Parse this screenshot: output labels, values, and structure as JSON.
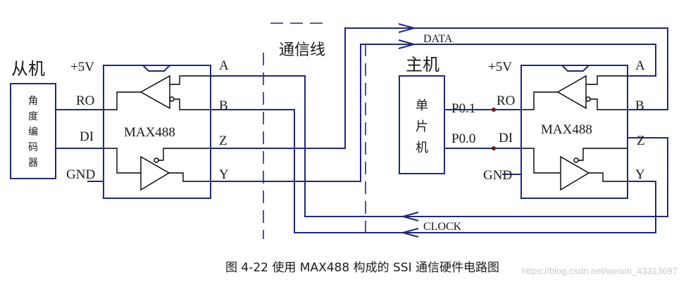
{
  "slave": {
    "title": "从机",
    "encoder_label": "角度编码器",
    "pins_left": [
      "+5V",
      "RO",
      "DI",
      "GND"
    ],
    "chip": "MAX488",
    "pins_right": [
      "A",
      "B",
      "Z",
      "Y"
    ]
  },
  "master": {
    "title": "主机",
    "mcu_label": "单片机",
    "ports": [
      "P0.1",
      "P0.0"
    ],
    "pins_left": [
      "+5V",
      "RO",
      "DI",
      "GND"
    ],
    "chip": "MAX488",
    "pins_right": [
      "A",
      "B",
      "Z",
      "Y"
    ]
  },
  "line_label": "通信线",
  "signals": {
    "data": "DATA",
    "clock": "CLOCK"
  },
  "caption": "图 4-22   使用 MAX488 构成的 SSI 通信硬件电路图",
  "watermark": "https://blog.csdn.net/weixin_43313697"
}
